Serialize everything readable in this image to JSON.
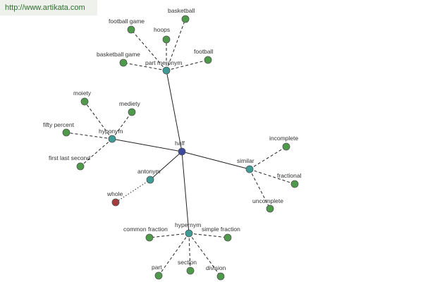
{
  "site": {
    "url": "http://www.artikata.com"
  },
  "colors": {
    "center": "#3c4a9e",
    "relation": "#3e9b96",
    "leaf": "#4f9a4a",
    "antonym_leaf": "#a33c3c"
  },
  "graph": {
    "center": {
      "id": "half",
      "label": "half"
    },
    "relations": [
      {
        "id": "part-meronym",
        "label": "part meronym",
        "leaves": [
          "football game",
          "hoops",
          "basketball",
          "basketball game",
          "football"
        ]
      },
      {
        "id": "hyponym",
        "label": "hyponym",
        "leaves": [
          "moiety",
          "mediety",
          "fifty percent",
          "first last second"
        ]
      },
      {
        "id": "similar",
        "label": "similar",
        "leaves": [
          "incomplete",
          "fractional",
          "uncomplete"
        ]
      },
      {
        "id": "antonym",
        "label": "antonym",
        "leaves": [
          "whole"
        ]
      },
      {
        "id": "hypernym",
        "label": "hypernym",
        "leaves": [
          "common fraction",
          "simple fraction",
          "part",
          "section",
          "division"
        ]
      }
    ]
  }
}
